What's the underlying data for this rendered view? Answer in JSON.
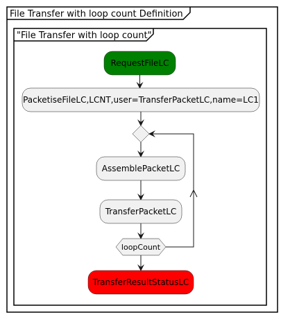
{
  "outer_frame": {
    "title": "File Transfer with loop count Definition"
  },
  "inner_frame": {
    "title": "\"File Transfer with loop count\""
  },
  "nodes": {
    "start": {
      "label": "RequestFileLC",
      "color": "#008000"
    },
    "packetise": {
      "label": "PacketiseFileLC,LCNT,user=TransferPacketLC,name=LC1",
      "color": "#F1F1F1"
    },
    "assemble": {
      "label": "AssemblePacketLC",
      "color": "#F1F1F1"
    },
    "transfer": {
      "label": "TransferPacketLC",
      "color": "#F1F1F1"
    },
    "loop_condition": {
      "label": "loopCount",
      "color": "#F1F1F1"
    },
    "end": {
      "label": "TransferResultStatusLC",
      "color": "#FF0000"
    }
  },
  "colors": {
    "stroke": "#181818",
    "node_fill": "#F1F1F1"
  }
}
